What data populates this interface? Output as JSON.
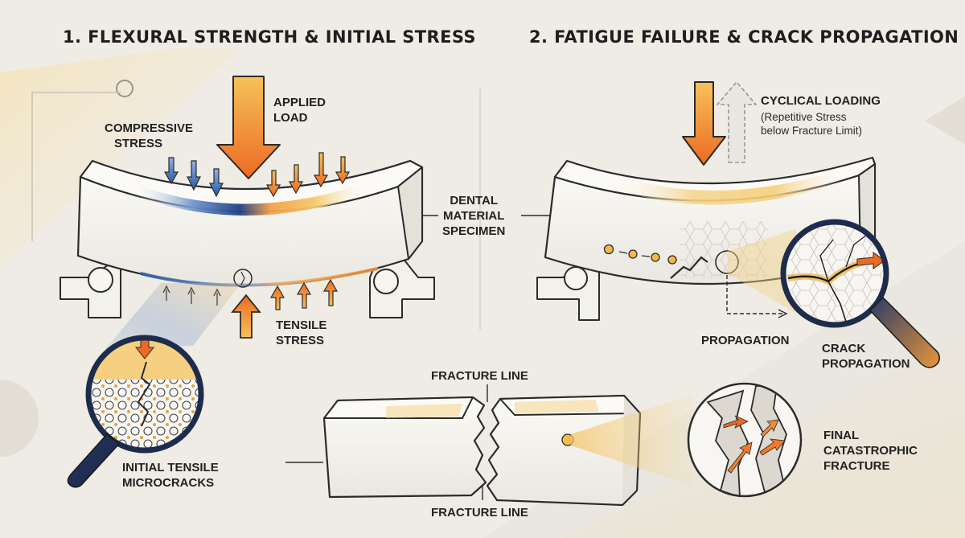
{
  "panel1": {
    "title": "1. FLEXURAL STRENGTH & INITIAL STRESS",
    "applied_load": [
      "APPLIED",
      "LOAD"
    ],
    "compressive_stress": [
      "COMPRESSIVE",
      "STRESS"
    ],
    "tensile_stress": [
      "TENSILE",
      "STRESS"
    ],
    "microcracks": [
      "INITIAL TENSILE",
      "MICROCRACKS"
    ]
  },
  "panel2": {
    "title": "2. FATIGUE FAILURE & CRACK PROPAGATION",
    "cyclical_loading": "CYCLICAL LOADING",
    "cyclical_note": [
      "(Repetitive Stress",
      "below Fracture Limit)"
    ],
    "propagation": "PROPAGATION",
    "crack_propagation": [
      "CRACK",
      "PROPAGATION"
    ]
  },
  "specimen_label": [
    "DENTAL",
    "MATERIAL",
    "SPECIMEN"
  ],
  "panel3": {
    "fracture_line_top": "FRACTURE LINE",
    "fracture_line_bottom": "FRACTURE LINE",
    "final_fracture": [
      "FINAL",
      "CATASTROPHIC",
      "FRACTURE"
    ]
  },
  "colors": {
    "compressive": "#2f5fa8",
    "tensile": "#ee7a2a",
    "accent_yellow": "#f6cf78",
    "specimen": "#f7f6f1",
    "outline": "#2b2b2b",
    "background": "#efece6"
  }
}
